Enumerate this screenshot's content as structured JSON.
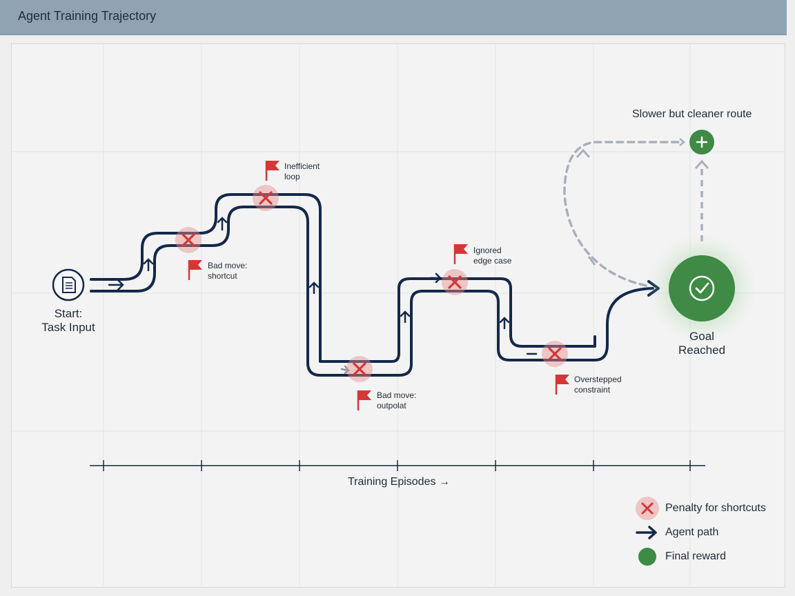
{
  "header": {
    "title": "Agent Training Trajectory"
  },
  "start": {
    "label_line1": "Start:",
    "label_line2": "Task Input",
    "icon": "document-icon"
  },
  "goal": {
    "label_line1": "Goal",
    "label_line2": "Reached",
    "icon": "checkmark-icon",
    "color": "#3f8a45"
  },
  "alternate": {
    "label": "Slower but cleaner route",
    "icon": "plus-icon"
  },
  "penalties": [
    {
      "line1": "Bad move:",
      "line2": "shortcut"
    },
    {
      "line1": "Inefficient",
      "line2": "loop"
    },
    {
      "line1": "Bad move:",
      "line2": "outpolat"
    },
    {
      "line1": "Ignored",
      "line2": "edge case"
    },
    {
      "line1": "Overstepped",
      "line2": "constraint"
    }
  ],
  "axis": {
    "label": "Training Episodes →"
  },
  "legend": {
    "penalty": "Penalty for shortcuts",
    "path": "Agent path",
    "reward": "Final reward"
  },
  "colors": {
    "path": "#14284a",
    "penalty": "#d63636",
    "reward": "#3f8a45",
    "dashed": "#a8b0ba"
  }
}
